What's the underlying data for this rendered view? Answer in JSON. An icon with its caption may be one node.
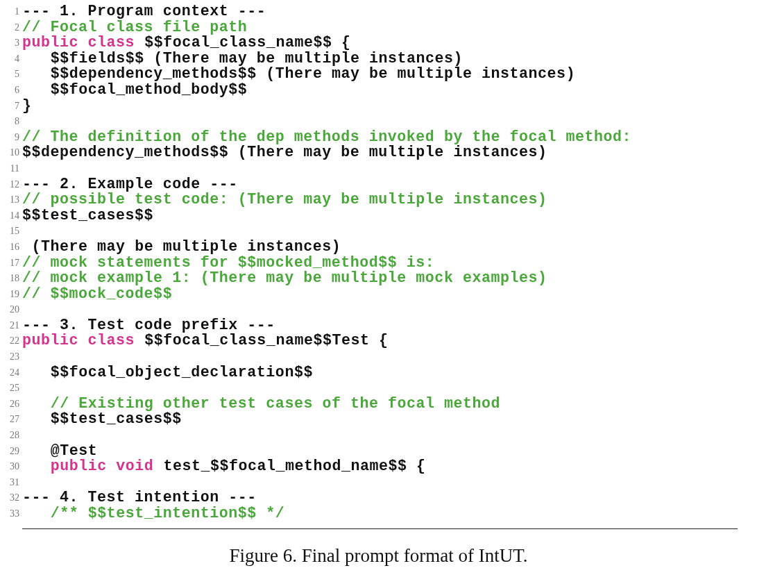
{
  "diagram": {
    "caption": "Figure 6.  Final prompt format of IntUT.",
    "labels": [
      "1",
      "--- 1. Program context ---",
      "2",
      "// Focal class file path",
      "3",
      "public class",
      "$$focal_class_name$$ {",
      "4",
      "$$fields$$ (There may be multiple instances)",
      "5",
      "$$dependency_methods$$ (There may be multiple instances)",
      "6",
      "$$focal_method_body$$",
      "7",
      "}",
      "8",
      "9",
      "// The definition of the dep methods invoked by the focal method:",
      "10",
      "$$dependency_methods$$ (There may be multiple instances)",
      "11",
      "12",
      "--- 2. Example code ---",
      "13",
      "// possible test code: (There may be multiple instances)",
      "14",
      "$$test_cases$$",
      "15",
      "16",
      "(There may be multiple instances)",
      "17",
      "// mock statements for $$mocked_method$$ is:",
      "18",
      "// mock example 1: (There may be multiple mock examples)",
      "19",
      "// $$mock_code$$",
      "20",
      "21",
      "--- 3. Test code prefix ---",
      "22",
      "public class",
      "$$focal_class_name$$Test {",
      "23",
      "24",
      "$$focal_object_declaration$$",
      "25",
      "26",
      "// Existing other test cases of the focal method",
      "27",
      "$$test_cases$$",
      "28",
      "29",
      "@Test",
      "30",
      "public void",
      "test_$$focal_method_name$$ {",
      "31",
      "32",
      "--- 4. Test intention ---",
      "33",
      "/** $$test_intention$$ */"
    ]
  }
}
